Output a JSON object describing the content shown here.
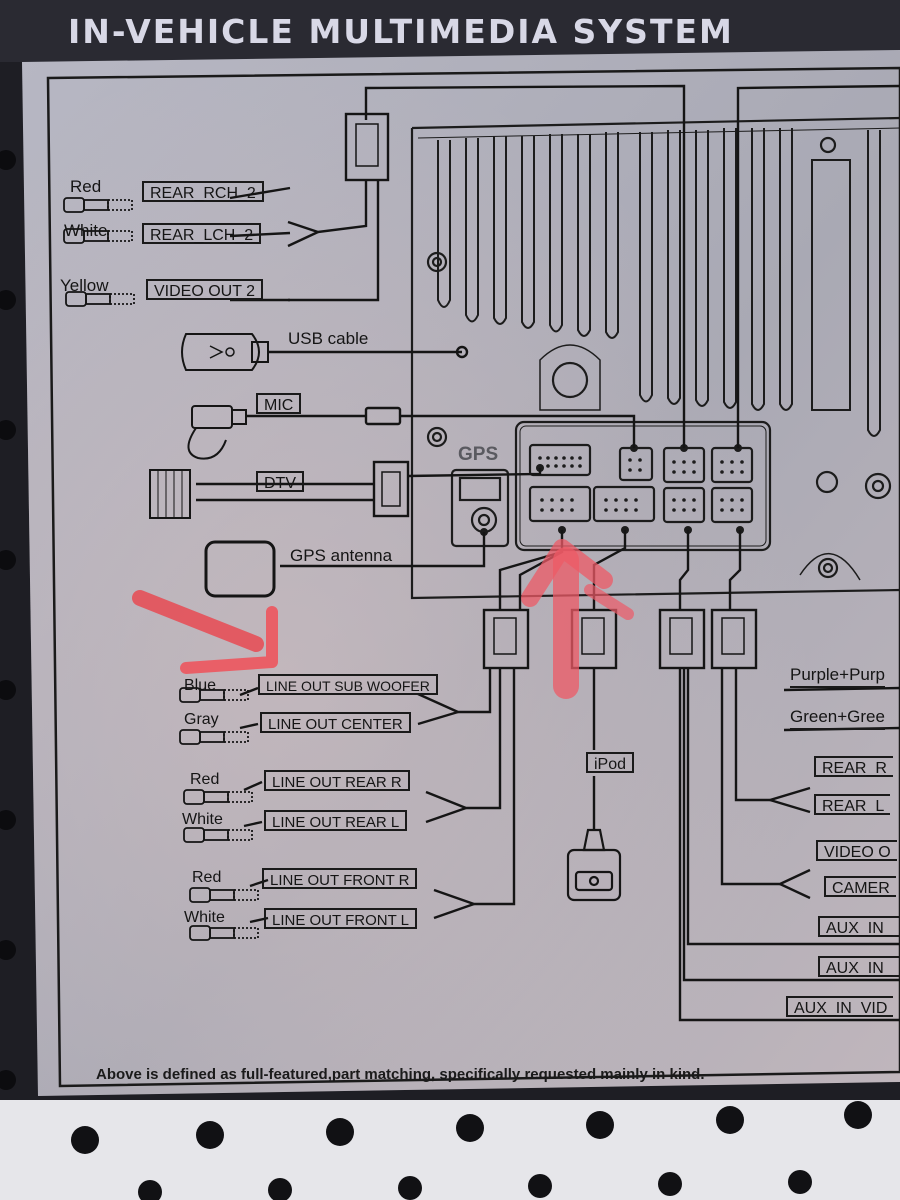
{
  "header": {
    "title": "IN-VEHICLE MULTIMEDIA SYSTEM"
  },
  "labels": {
    "rear_rch_color": "Red",
    "rear_rch": "REAR_RCH_2",
    "rear_lch_color": "White",
    "rear_lch": "REAR_LCH_2",
    "video_out_color": "Yellow",
    "video_out": "VIDEO OUT 2",
    "usb": "USB cable",
    "mic": "MIC",
    "dtv": "DTV",
    "gps_antenna": "GPS antenna",
    "gps": "GPS",
    "ipod": "iPod"
  },
  "line_out": [
    {
      "color": "Blue",
      "label": "LINE OUT SUB WOOFER"
    },
    {
      "color": "Gray",
      "label": "LINE OUT CENTER"
    },
    {
      "color": "Red",
      "label": "LINE OUT REAR R"
    },
    {
      "color": "White",
      "label": "LINE OUT REAR L"
    },
    {
      "color": "Red",
      "label": "LINE OUT FRONT R"
    },
    {
      "color": "White",
      "label": "LINE OUT FRONT L"
    }
  ],
  "right": [
    "Purple+Purp",
    "Green+Gree",
    "REAR_R",
    "REAR_L",
    "VIDEO O",
    "CAMER",
    "AUX_IN_",
    "AUX_IN_",
    "AUX_IN_VID"
  ],
  "footer": {
    "note": "Above is defined as full-featured,part matching, specifically requested mainly in kind."
  },
  "colors": {
    "plate": "#b3b3bf",
    "ink": "#151515",
    "annotation_red": "#ee5a66",
    "bezel": "#1e1e24"
  }
}
